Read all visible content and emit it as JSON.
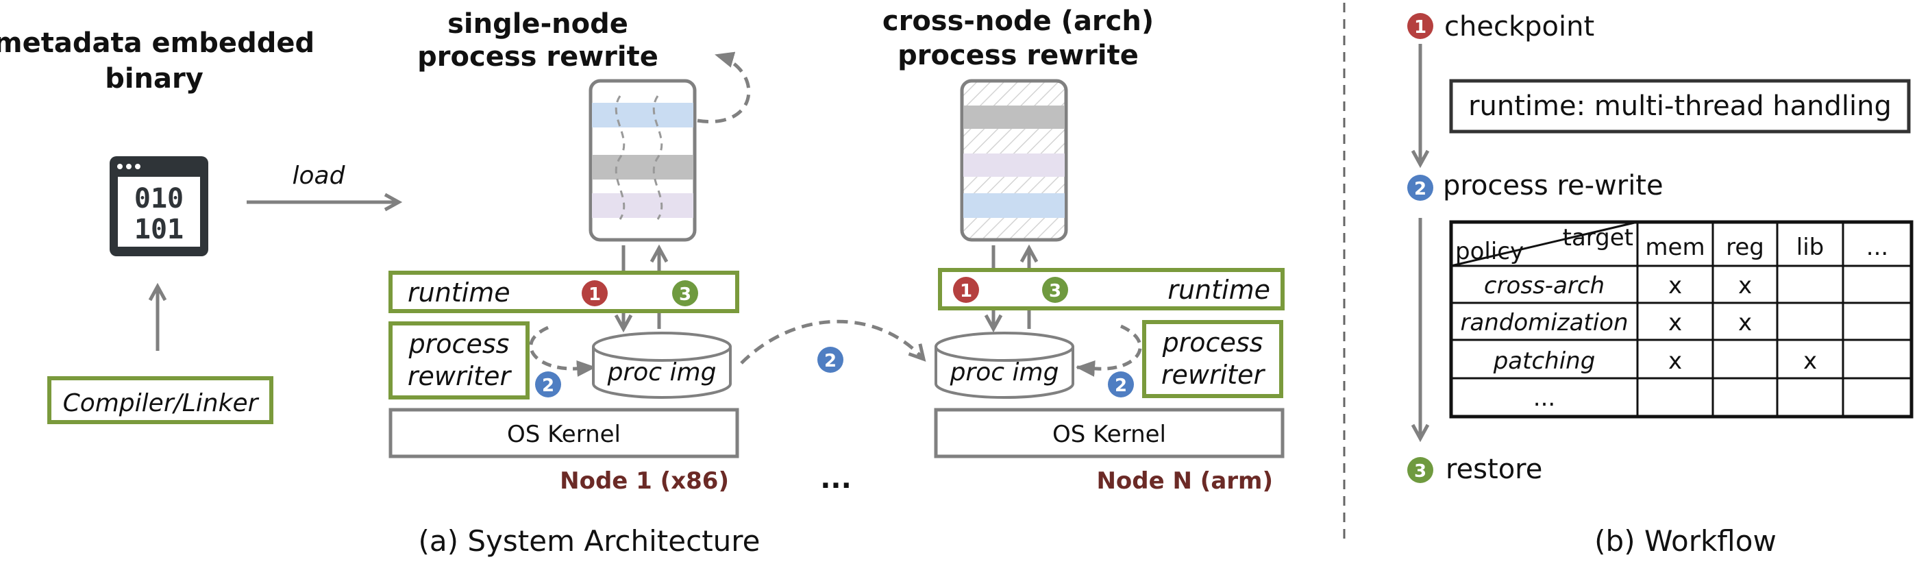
{
  "architecture": {
    "binary": {
      "title_line1": "metadata embedded",
      "title_line2": "binary",
      "icon": "binary-code-window-icon",
      "glyph_line1": "010",
      "glyph_line2": "101"
    },
    "compiler_label": "Compiler/Linker",
    "load_label": "load",
    "node1": {
      "title_line1": "single-node",
      "title_line2": "process rewrite",
      "runtime_label": "runtime",
      "rewriter_line1": "process",
      "rewriter_line2": "rewriter",
      "proc_img_label": "proc img",
      "kernel_label": "OS Kernel",
      "node_label": "Node 1 (x86)"
    },
    "nodeN": {
      "title_line1": "cross-node (arch)",
      "title_line2": "process rewrite",
      "runtime_label": "runtime",
      "rewriter_line1": "process",
      "rewriter_line2": "rewriter",
      "proc_img_label": "proc img",
      "kernel_label": "OS Kernel",
      "node_label": "Node N (arm)"
    },
    "ellipsis": "...",
    "caption": "(a) System Architecture"
  },
  "steps": {
    "one": "1",
    "two": "2",
    "three": "3"
  },
  "workflow": {
    "step1_label": "checkpoint",
    "runtime_box": "runtime: multi-thread handling",
    "step2_label": "process re-write",
    "step3_label": "restore",
    "table": {
      "corner_target": "target",
      "corner_policy": "policy",
      "columns": [
        "mem",
        "reg",
        "lib",
        "..."
      ],
      "rows": [
        {
          "policy": "cross-arch",
          "cells": [
            "x",
            "x",
            "",
            ""
          ]
        },
        {
          "policy": "randomization",
          "cells": [
            "x",
            "x",
            "",
            ""
          ]
        },
        {
          "policy": "patching",
          "cells": [
            "x",
            "",
            "x",
            ""
          ]
        },
        {
          "policy": "...",
          "cells": [
            "",
            "",
            "",
            ""
          ]
        }
      ]
    },
    "caption": "(b) Workflow"
  },
  "colors": {
    "green": "#7a9a3c",
    "gray": "#808080",
    "dark": "#2f3438",
    "red_badge": "#b5403f",
    "blue_badge": "#4f7ec2",
    "green_badge": "#6f9a3f",
    "node_label": "#6b2a26",
    "blue_band": "#c9dcf2",
    "gray_band": "#bfbfbf",
    "purple_band": "#e6e0ef"
  }
}
